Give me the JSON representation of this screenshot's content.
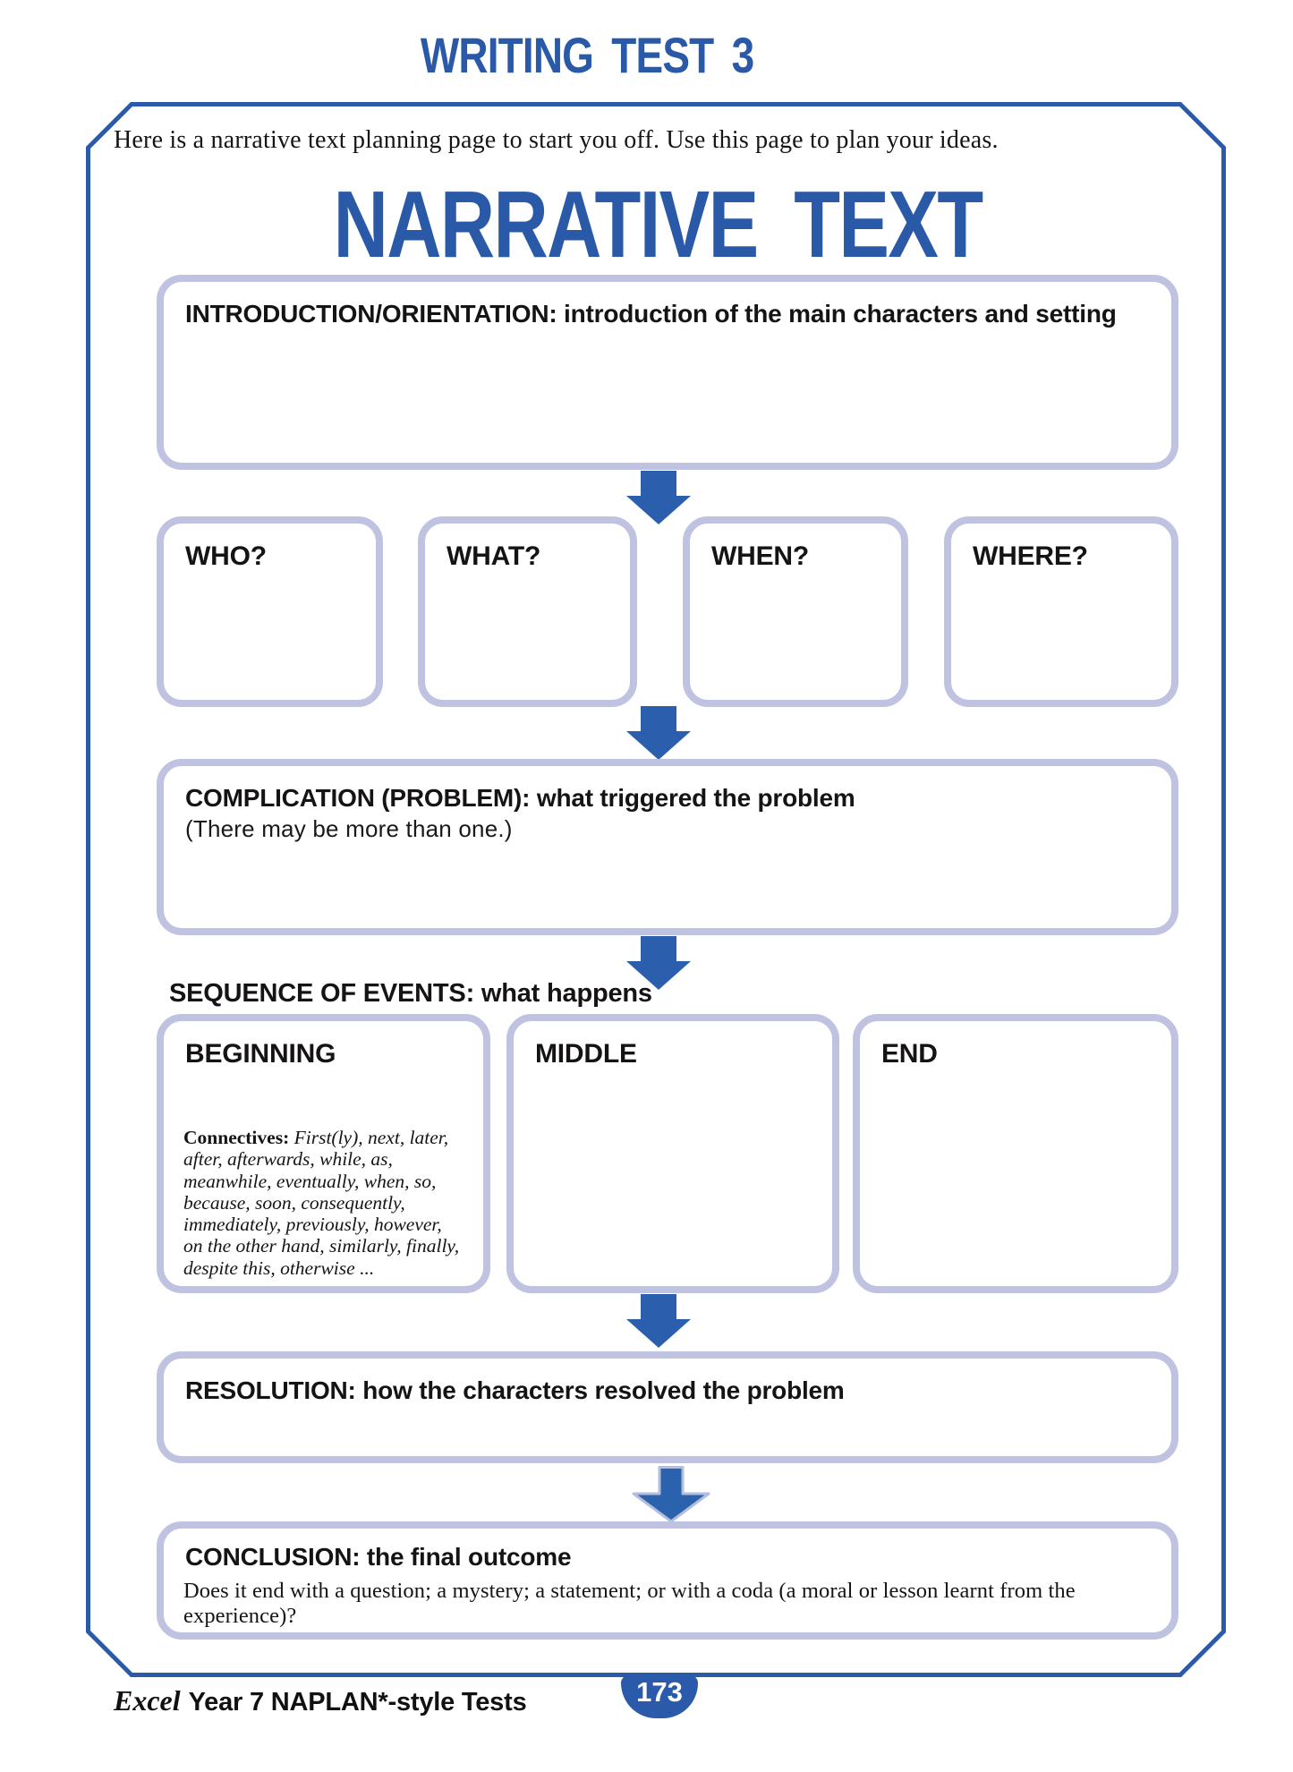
{
  "page": {
    "title": "WRITING TEST 3",
    "intro": "Here is a narrative text planning page to start you off. Use this page to plan your ideas.",
    "main_heading": "NARRATIVE TEXT",
    "page_number": "173",
    "footer_brand": "Excel",
    "footer_rest": "Year 7 NAPLAN*-style Tests"
  },
  "sections": {
    "introduction": {
      "heading": "INTRODUCTION/ORIENTATION: introduction of the main characters and setting"
    },
    "who": {
      "heading": "WHO?"
    },
    "what": {
      "heading": "WHAT?"
    },
    "when": {
      "heading": "WHEN?"
    },
    "where": {
      "heading": "WHERE?"
    },
    "complication": {
      "heading": "COMPLICATION (PROBLEM): what triggered the problem",
      "note": "(There may be more than one.)"
    },
    "sequence": {
      "heading": "SEQUENCE OF EVENTS: what happens"
    },
    "beginning": {
      "heading": "BEGINNING",
      "connectives_label": "Connectives:",
      "connectives_body": " First(ly), next, later, after, afterwards, while, as, meanwhile, eventually, when, so, because, soon, consequently, immediately, previously, however, on the other hand, similarly, finally, despite this, otherwise ..."
    },
    "middle": {
      "heading": "MIDDLE"
    },
    "end": {
      "heading": "END"
    },
    "resolution": {
      "heading": "RESOLUTION: how the characters resolved the problem"
    },
    "conclusion": {
      "heading": "CONCLUSION: the final outcome",
      "note": "Does it end with a question; a mystery; a statement; or with a coda (a moral or lesson learnt from the experience)?"
    }
  },
  "colors": {
    "primary_blue": "#2a5aa9",
    "arrow_blue": "#2b5fae",
    "panel_border": "#bfc3e1",
    "text_black": "#171415",
    "badge_text": "#ffffff"
  }
}
